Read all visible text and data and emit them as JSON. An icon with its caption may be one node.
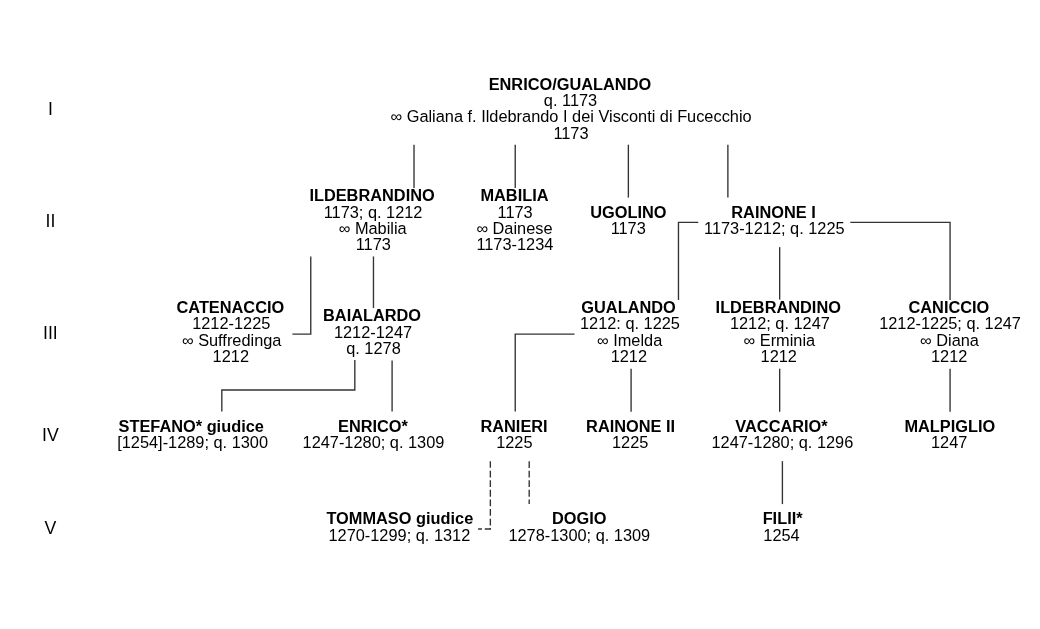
{
  "diagram": {
    "nodes": [
      {
        "text": [
          "ENRICO/GUALANDO",
          "q. 1173",
          "∞ Galiana f. Ildebrando I dei Visconti di Fucecchio",
          "1173"
        ]
      },
      {
        "text": [
          "ILDEBRANDINO",
          "1173; q. 1212",
          "∞ Mabilia",
          "1173"
        ]
      },
      {
        "text": [
          "MABILIA",
          "1173",
          "∞ Dainese",
          "1173-1234"
        ]
      },
      {
        "text": [
          "UGOLINO",
          "1173"
        ]
      },
      {
        "text": [
          "RAINONE I",
          "1173-1212; q. 1225"
        ]
      },
      {
        "text": [
          "CATENACCIO",
          "1212-1225",
          "∞ Suffredinga",
          "1212"
        ]
      },
      {
        "text": [
          "BAIALARDO",
          "1212-1247",
          "q. 1278"
        ]
      },
      {
        "text": [
          "GUALANDO",
          "1212: q. 1225",
          "∞ Imelda",
          "1212"
        ]
      },
      {
        "text": [
          "ILDEBRANDINO",
          "1212; q. 1247",
          "∞ Erminia",
          "1212"
        ]
      },
      {
        "text": [
          "CANICCIO",
          "1212-1225; q. 1247",
          "∞ Diana",
          "1212"
        ]
      },
      {
        "text": [
          "STEFANO* giudice",
          "[1254]-1289; q. 1300"
        ]
      },
      {
        "text": [
          "ENRICO*",
          "1247-1280; q. 1309"
        ]
      },
      {
        "text": [
          "RANIERI",
          "1225"
        ]
      },
      {
        "text": [
          "RAINONE II",
          "1225"
        ]
      },
      {
        "text": [
          "VACCARIO*",
          "1247-1280; q. 1296"
        ]
      },
      {
        "text": [
          "MALPIGLIO",
          "1247"
        ]
      },
      {
        "text": [
          "TOMMASO giudice",
          "1270-1299; q. 1312"
        ]
      },
      {
        "text": [
          "DOGIO",
          "1278-1300; q. 1309"
        ]
      },
      {
        "text": [
          "FILII*",
          "1254"
        ]
      }
    ],
    "edges": [
      {
        "from": 0,
        "to": 1,
        "arrow": "none"
      },
      {
        "from": 0,
        "to": 2,
        "arrow": "none"
      },
      {
        "from": 0,
        "to": 3,
        "arrow": "none"
      },
      {
        "from": 0,
        "to": 4,
        "arrow": "none"
      },
      {
        "from": 1,
        "to": 5,
        "arrow": "none"
      },
      {
        "from": 1,
        "to": 6,
        "arrow": "none"
      },
      {
        "from": 4,
        "to": 7,
        "arrow": "none"
      },
      {
        "from": 4,
        "to": 8,
        "arrow": "none"
      },
      {
        "from": 4,
        "to": 9,
        "arrow": "none"
      },
      {
        "from": 6,
        "to": 10,
        "arrow": "none"
      },
      {
        "from": 6,
        "to": 11,
        "arrow": "none"
      },
      {
        "from": 7,
        "to": 12,
        "arrow": "none"
      },
      {
        "from": 7,
        "to": 13,
        "arrow": "none"
      },
      {
        "from": 8,
        "to": 14,
        "arrow": "none"
      },
      {
        "from": 9,
        "to": 15,
        "arrow": "none"
      },
      {
        "from": 12,
        "to": 16,
        "arrow": "none",
        "style": "dashed"
      },
      {
        "from": 12,
        "to": 17,
        "arrow": "none",
        "style": "dashed"
      },
      {
        "from": 14,
        "to": 18,
        "arrow": "none"
      }
    ],
    "labels": [
      "I",
      "II",
      "III",
      "IV",
      "V"
    ]
  }
}
